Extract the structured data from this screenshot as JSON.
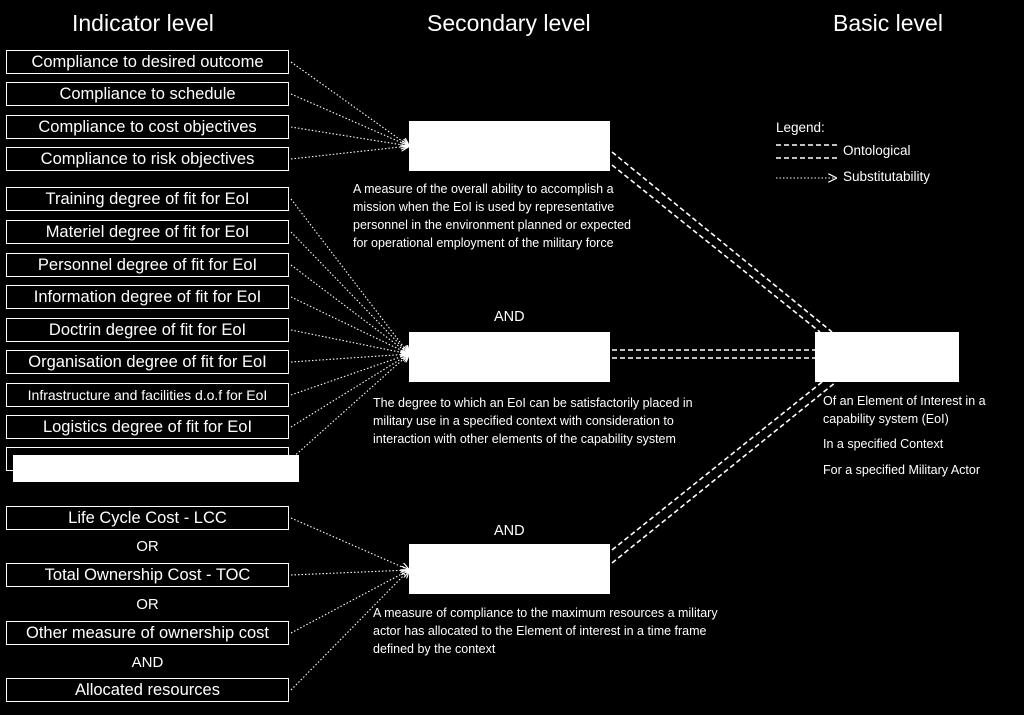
{
  "headers": {
    "indicator": "Indicator level",
    "secondary": "Secondary level",
    "basic": "Basic level"
  },
  "indicators": [
    "Compliance to desired outcome",
    "Compliance to schedule",
    "Compliance to cost objectives",
    "Compliance to risk objectives",
    "Training degree of fit for EoI",
    "Materiel degree of fit for EoI",
    "Personnel degree of fit for EoI",
    "Information degree of fit for EoI",
    "Doctrin degree of fit for EoI",
    "Organisation degree of fit for EoI",
    "Infrastructure and facilities d.o.f for EoI",
    "Logistics degree of fit for EoI",
    "",
    "Life Cycle Cost - LCC",
    "Total Ownership Cost - TOC",
    "Other measure of ownership cost",
    "Allocated resources"
  ],
  "connectors": {
    "or1": "OR",
    "or2": "OR",
    "and_cost": "AND"
  },
  "secondary": {
    "desc1": "A measure of the overall ability to accomplish a mission when the EoI is used by representative personnel in the environment planned or expected for operational employment of the military force",
    "and2": "AND",
    "desc2": "The degree to which an EoI can be satisfactorily placed in military use in a specified context with consideration to interaction with other elements of the capability system",
    "and3": "AND",
    "desc3": "A measure of compliance to the maximum resources a military actor has allocated to the Element of interest in a time frame defined by the context"
  },
  "basic": {
    "line1": "Of an Element of Interest in a capability system (EoI)",
    "line2": "In a specified Context",
    "line3": "For a specified Military Actor"
  },
  "legend": {
    "title": "Legend:",
    "ontological": "Ontological",
    "substitutability": "Substitutability"
  }
}
